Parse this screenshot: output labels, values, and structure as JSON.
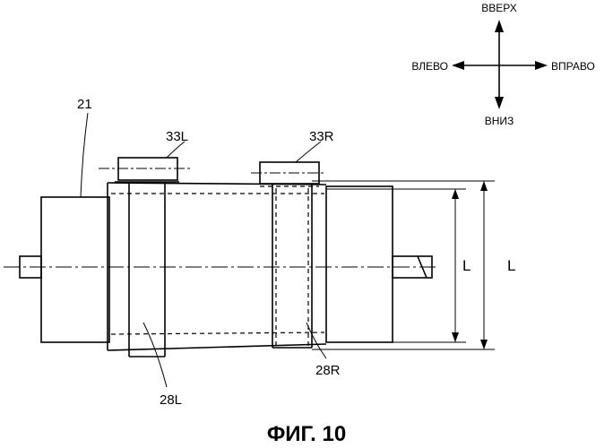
{
  "compass": {
    "up": "ВВЕРХ",
    "down": "ВНИЗ",
    "left": "ВЛЕВО",
    "right": "ВПРАВО"
  },
  "labels": {
    "part_21": "21",
    "part_33L": "33L",
    "part_33R": "33R",
    "part_28L": "28L",
    "part_28R": "28R",
    "dim_L_inner": "L",
    "dim_L_outer": "L"
  },
  "caption": "ФИГ. 10"
}
